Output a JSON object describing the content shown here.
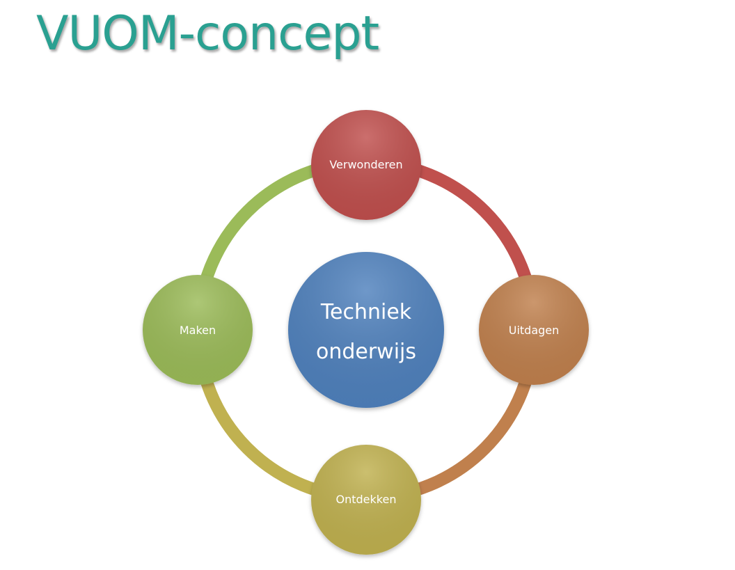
{
  "title": "VUOM-concept",
  "colors": {
    "title": "#2aa091",
    "center": "#4f81bd",
    "verwonderen": "#c0504d",
    "uitdagen": "#c0804d",
    "ontdekken": "#c0b150",
    "maken": "#9bbb59",
    "arc_top_right": "#c0504d",
    "arc_bottom_right": "#c0804d",
    "arc_bottom_left": "#c0b150",
    "arc_top_left": "#9bbb59"
  },
  "center": {
    "line1": "Techniek",
    "line2": "onderwijs"
  },
  "nodes": {
    "verwonderen": "Verwonderen",
    "uitdagen": "Uitdagen",
    "ontdekken": "Ontdekken",
    "maken": "Maken"
  }
}
